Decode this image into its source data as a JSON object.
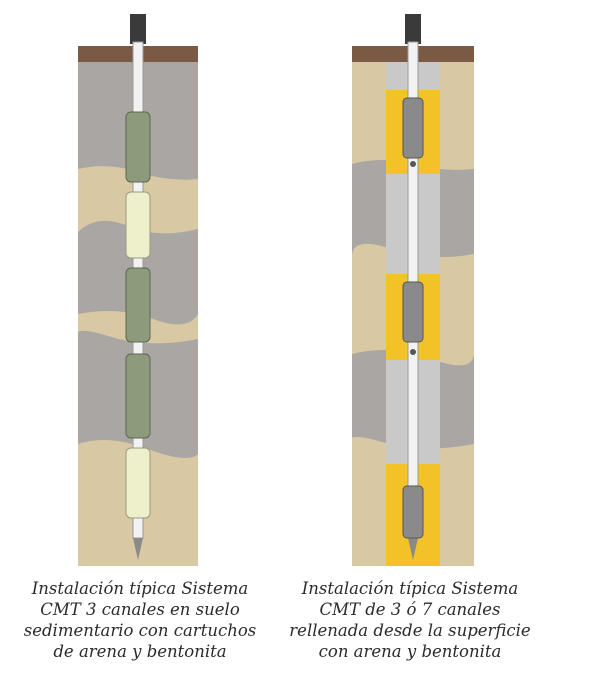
{
  "figures": [
    {
      "id": "left",
      "caption_lines": [
        "Instalación típica Sistema",
        "CMT 3 canales en suelo",
        "sedimentario con cartuchos",
        "de arena y bentonita"
      ]
    },
    {
      "id": "right",
      "caption_lines": [
        "Instalación típica Sistema",
        "CMT de 3 ó 7 canales",
        "rellenada desde la superficie",
        "con arena y bentonita"
      ]
    }
  ],
  "colors": {
    "topsoil": "#7a5a45",
    "gray_soil": "#a9a6a3",
    "sand_soil": "#d8c8a4",
    "well_bore": "#c9c9c9",
    "sand_pack": "#f2c228",
    "cartridge_green": "#8e9a7c",
    "cartridge_cream": "#eef0cc",
    "pipe": "#f2f2f2"
  }
}
